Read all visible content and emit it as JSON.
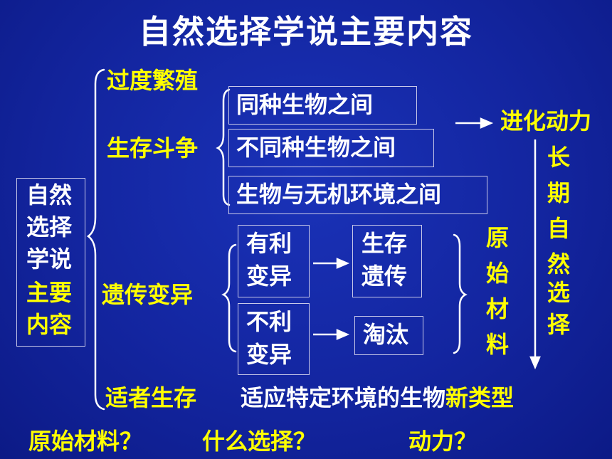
{
  "title": "自然选择学说主要内容",
  "left_box": {
    "line1": "自然",
    "line2": "选择",
    "line3": "学说",
    "line4": "主要",
    "line5": "内容"
  },
  "branches": {
    "overbreeding": "过度繁殖",
    "struggle": "生存斗争",
    "variation": "遗传变异",
    "fittest": "适者生存"
  },
  "struggle_items": [
    "同种生物之间",
    "不同种生物之间",
    "生物与无机环境之间"
  ],
  "evolution_force": "进化动力",
  "variation_items": {
    "favorable": {
      "line1": "有利",
      "line2": "变异"
    },
    "unfavorable": {
      "line1": "不利",
      "line2": "变异"
    }
  },
  "outcomes": {
    "survive": {
      "line1": "生存",
      "line2": "遗传"
    },
    "eliminate": "淘汰"
  },
  "raw_material": [
    "原",
    "始",
    "材",
    "料"
  ],
  "long_term": [
    "长",
    "期",
    "自",
    "然",
    "选",
    "择"
  ],
  "fittest_desc_white": "适应特定环境的生物",
  "fittest_desc_yellow": "新类型",
  "questions": [
    "原始材料？",
    "什么选择？",
    "动力？"
  ],
  "colors": {
    "background": "#13259f",
    "text": "#ffffff",
    "highlight": "#ffff00"
  }
}
